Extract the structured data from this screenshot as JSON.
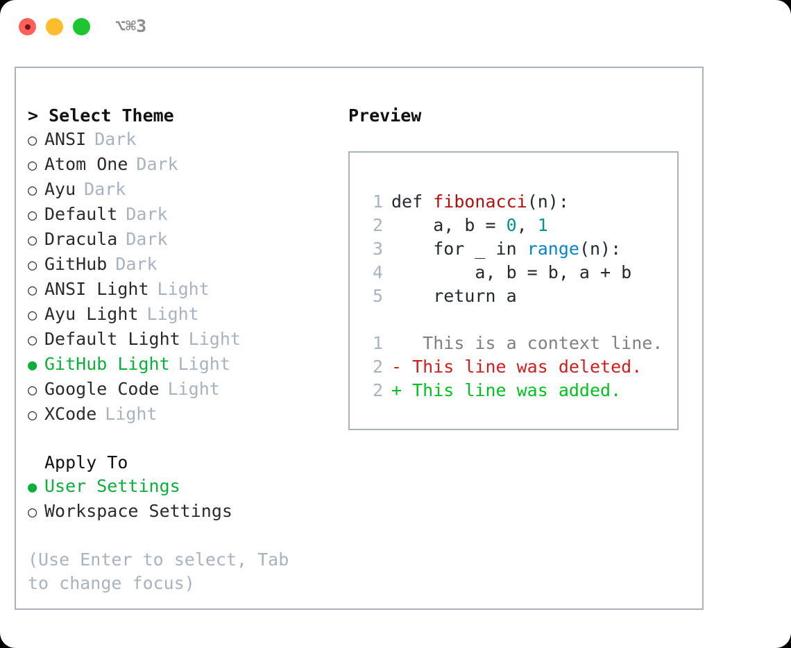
{
  "window": {
    "shortcut_label": "⌥⌘3",
    "traffic_lights": [
      "close",
      "minimize",
      "zoom"
    ],
    "colors": {
      "close": "#ff605c",
      "minimize": "#ffbd2e",
      "zoom": "#1fc431",
      "border": "#aab2c0",
      "accent_green": "#0dad3d",
      "muted": "#a9b2c0",
      "diff_add": "#00bf24",
      "diff_del": "#cc1f1f",
      "token_function": "#b01010",
      "token_number": "#0a8f8f",
      "token_builtin": "#0a84c6"
    }
  },
  "theme_picker": {
    "heading": "> Select Theme",
    "items": [
      {
        "marker": "○",
        "label": "ANSI",
        "tag": "Dark",
        "selected": false
      },
      {
        "marker": "○",
        "label": "Atom One",
        "tag": "Dark",
        "selected": false
      },
      {
        "marker": "○",
        "label": "Ayu",
        "tag": "Dark",
        "selected": false
      },
      {
        "marker": "○",
        "label": "Default",
        "tag": "Dark",
        "selected": false
      },
      {
        "marker": "○",
        "label": "Dracula",
        "tag": "Dark",
        "selected": false
      },
      {
        "marker": "○",
        "label": "GitHub",
        "tag": "Dark",
        "selected": false
      },
      {
        "marker": "○",
        "label": "ANSI Light",
        "tag": "Light",
        "selected": false
      },
      {
        "marker": "○",
        "label": "Ayu Light",
        "tag": "Light",
        "selected": false
      },
      {
        "marker": "○",
        "label": "Default Light",
        "tag": "Light",
        "selected": false
      },
      {
        "marker": "●",
        "label": "GitHub Light",
        "tag": "Light",
        "selected": true
      },
      {
        "marker": "○",
        "label": "Google Code",
        "tag": "Light",
        "selected": false
      },
      {
        "marker": "○",
        "label": "XCode",
        "tag": "Light",
        "selected": false
      }
    ]
  },
  "apply_to": {
    "heading": "Apply To",
    "items": [
      {
        "marker": "●",
        "label": "User Settings",
        "selected": true
      },
      {
        "marker": "○",
        "label": "Workspace Settings",
        "selected": false
      }
    ]
  },
  "footer": {
    "hint": "(Use Enter to select, Tab to change focus)"
  },
  "preview": {
    "heading": "Preview",
    "code_lines": [
      {
        "lineno": "1",
        "tokens": [
          {
            "text": "def ",
            "type": "plain"
          },
          {
            "text": "fibonacci",
            "type": "function"
          },
          {
            "text": "(n):",
            "type": "plain"
          }
        ]
      },
      {
        "lineno": "2",
        "tokens": [
          {
            "text": "    a, b = ",
            "type": "plain"
          },
          {
            "text": "0",
            "type": "number"
          },
          {
            "text": ", ",
            "type": "plain"
          },
          {
            "text": "1",
            "type": "number"
          }
        ]
      },
      {
        "lineno": "3",
        "tokens": [
          {
            "text": "    for _ in ",
            "type": "plain"
          },
          {
            "text": "range",
            "type": "builtin"
          },
          {
            "text": "(n):",
            "type": "plain"
          }
        ]
      },
      {
        "lineno": "4",
        "tokens": [
          {
            "text": "        a, b = b, a + b",
            "type": "plain"
          }
        ]
      },
      {
        "lineno": "5",
        "tokens": [
          {
            "text": "    return a",
            "type": "plain"
          }
        ]
      }
    ],
    "diff_lines": [
      {
        "lineno": "1",
        "sign": " ",
        "text": "  This is a context line.",
        "type": "context"
      },
      {
        "lineno": "2",
        "sign": "-",
        "text": " This line was deleted.",
        "type": "deleted"
      },
      {
        "lineno": "2",
        "sign": "+",
        "text": " This line was added.",
        "type": "added"
      }
    ]
  }
}
